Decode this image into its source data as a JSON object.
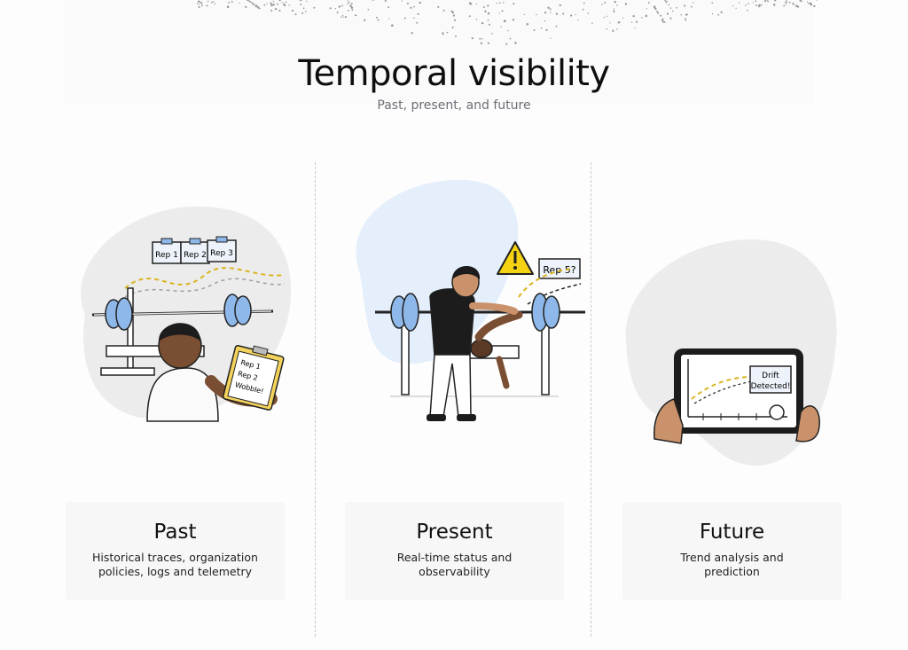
{
  "page": {
    "title": "Temporal visibility",
    "subtitle": "Past, present, and future"
  },
  "panels": [
    {
      "id": "past",
      "title": "Past",
      "description": "Historical traces, organization policies, logs and telemetry",
      "illustration": {
        "notes": [
          "Rep 1",
          "Rep 2",
          "Rep 3"
        ],
        "clipboard_lines": [
          "Rep 1",
          "Rep 2",
          "Wobble!"
        ]
      }
    },
    {
      "id": "present",
      "title": "Present",
      "description": "Real-time status and observability",
      "illustration": {
        "callout": "Rep 5?",
        "warning_icon": "warning-triangle-icon"
      }
    },
    {
      "id": "future",
      "title": "Future",
      "description": "Trend analysis and prediction",
      "illustration": {
        "screen_label_line1": "Drift",
        "screen_label_line2": "Detected!"
      }
    }
  ],
  "colors": {
    "plate_blue": "#8fb8ea",
    "warning_yellow": "#f5d312",
    "trend_yellow": "#d9b520",
    "blob_gray": "#ececec",
    "blob_blue": "#e4effb",
    "card_bg": "#f7f7f7"
  }
}
